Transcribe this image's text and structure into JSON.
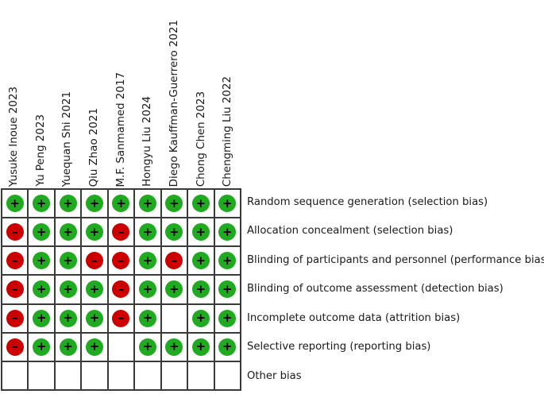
{
  "chart_data": {
    "type": "heatmap",
    "title": "",
    "subtitle": "",
    "xlabel": "",
    "ylabel": "",
    "legend_position": "none",
    "grid": true,
    "description": "Cochrane risk-of-bias summary matrix: risk judgements per study (columns) per bias domain (rows)",
    "categories": [
      "Yusuke Inoue 2023",
      "Yu Peng 2023",
      "Yuequan Shi 2021",
      "Qiu Zhao 2021",
      "M.F. Sanmamed 2017",
      "Hongyu Liu 2024",
      "Diego Kauffman-Guerrero 2021",
      "Chong Chen 2023",
      "Chengming Liu 2022"
    ],
    "domains": [
      "Random sequence generation (selection bias)",
      "Allocation concealment (selection bias)",
      "Blinding of participants and personnel (performance bias)",
      "Blinding of outcome assessment (detection bias)",
      "Incomplete outcome data (attrition bias)",
      "Selective reporting (reporting bias)",
      "Other bias"
    ],
    "judgement_codes": {
      "low": "+",
      "high": "–",
      "unclear": "?",
      "none": ""
    },
    "judgement_colors": {
      "low": "#1faa1f",
      "high": "#cc0000",
      "unclear": "#f0d000",
      "none": "#ffffff"
    },
    "series": [
      {
        "name": "Random sequence generation (selection bias)",
        "values": [
          "low",
          "low",
          "low",
          "low",
          "low",
          "low",
          "low",
          "low",
          "low"
        ]
      },
      {
        "name": "Allocation concealment (selection bias)",
        "values": [
          "high",
          "low",
          "low",
          "low",
          "high",
          "low",
          "low",
          "low",
          "low"
        ]
      },
      {
        "name": "Blinding of participants and personnel (performance bias)",
        "values": [
          "high",
          "low",
          "low",
          "high",
          "high",
          "low",
          "high",
          "low",
          "low"
        ]
      },
      {
        "name": "Blinding of outcome assessment (detection bias)",
        "values": [
          "high",
          "low",
          "low",
          "low",
          "high",
          "low",
          "low",
          "low",
          "low"
        ]
      },
      {
        "name": "Incomplete outcome data (attrition bias)",
        "values": [
          "high",
          "low",
          "low",
          "low",
          "high",
          "low",
          "none",
          "low",
          "low"
        ]
      },
      {
        "name": "Selective reporting (reporting bias)",
        "values": [
          "high",
          "low",
          "low",
          "low",
          "none",
          "low",
          "low",
          "low",
          "low"
        ]
      },
      {
        "name": "Other bias",
        "values": [
          "none",
          "none",
          "none",
          "none",
          "none",
          "none",
          "none",
          "none",
          "none"
        ]
      }
    ]
  }
}
